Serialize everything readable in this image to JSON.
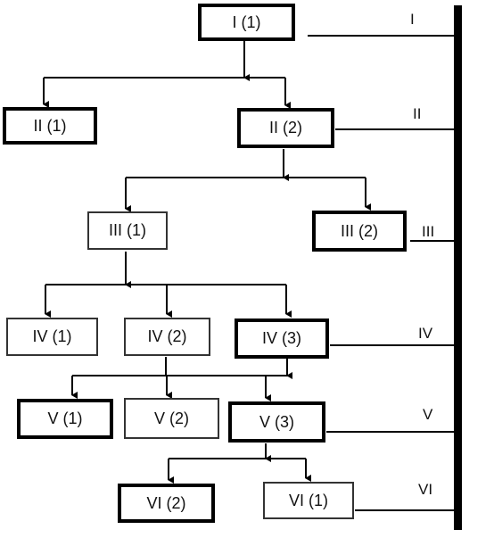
{
  "colors": {
    "line": "#000000",
    "border": "#333333",
    "background": "#ffffff"
  },
  "nodes": {
    "n_i1": {
      "label": "I (1)"
    },
    "n_ii1": {
      "label": "II (1)"
    },
    "n_ii2": {
      "label": "II (2)"
    },
    "n_iii1": {
      "label": "III (1)"
    },
    "n_iii2": {
      "label": "III (2)"
    },
    "n_iv1": {
      "label": "IV (1)"
    },
    "n_iv2": {
      "label": "IV (2)"
    },
    "n_iv3": {
      "label": "IV (3)"
    },
    "n_v1": {
      "label": "V (1)"
    },
    "n_v2": {
      "label": "V (2)"
    },
    "n_v3": {
      "label": "V (3)"
    },
    "n_vi2": {
      "label": "VI (2)"
    },
    "n_vi1": {
      "label": "VI (1)"
    }
  },
  "levels": [
    "I",
    "II",
    "III",
    "IV",
    "V",
    "VI"
  ]
}
